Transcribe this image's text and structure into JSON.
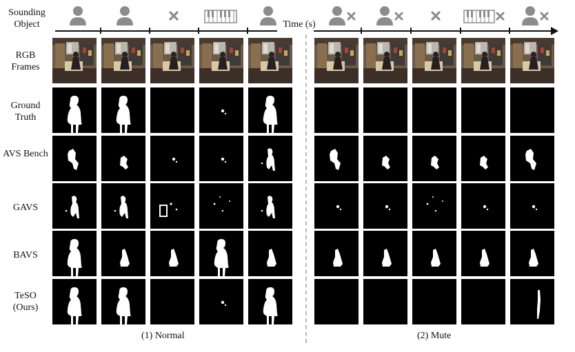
{
  "header": {
    "sounding_object_label": "Sounding Object",
    "time_label": "Time (s)"
  },
  "row_labels": {
    "rgb": "RGB Frames",
    "gt": "Ground Truth",
    "avs": "AVS Bench",
    "gavs": "GAVS",
    "bavs": "BAVS",
    "teso": "TeSO (Ours)"
  },
  "captions": {
    "normal": "(1) Normal",
    "mute": "(2) Mute"
  },
  "colors": {
    "icon_gray": "#8c8c8c",
    "mask_white": "#ffffff",
    "mask_bg": "#000000",
    "divider": "#b8b8b8"
  },
  "sounding_icons": {
    "normal": [
      "person-icon",
      "person-icon",
      "cross-icon",
      "piano-icon",
      "person-icon"
    ],
    "mute": [
      "person-muted-icon",
      "person-muted-icon",
      "cross-icon",
      "piano-muted-icon",
      "person-muted-icon"
    ]
  }
}
